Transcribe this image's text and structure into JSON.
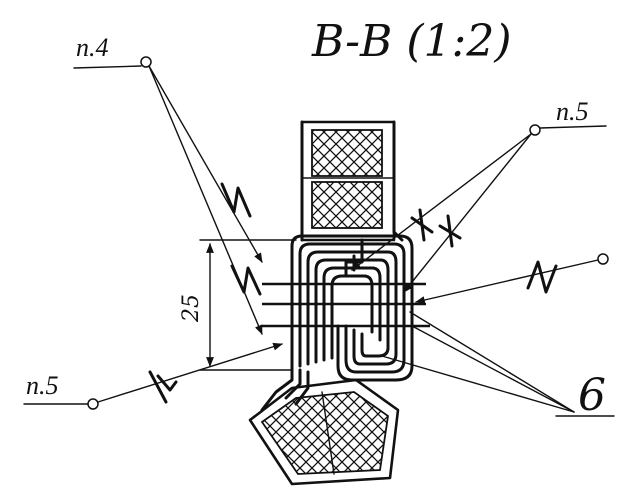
{
  "drawing": {
    "title": "B-B (1:2)",
    "labels": {
      "p4": "п.4",
      "p5_top": "п.5",
      "p5_left": "п.5",
      "item6": "6",
      "dimension": "25"
    }
  }
}
